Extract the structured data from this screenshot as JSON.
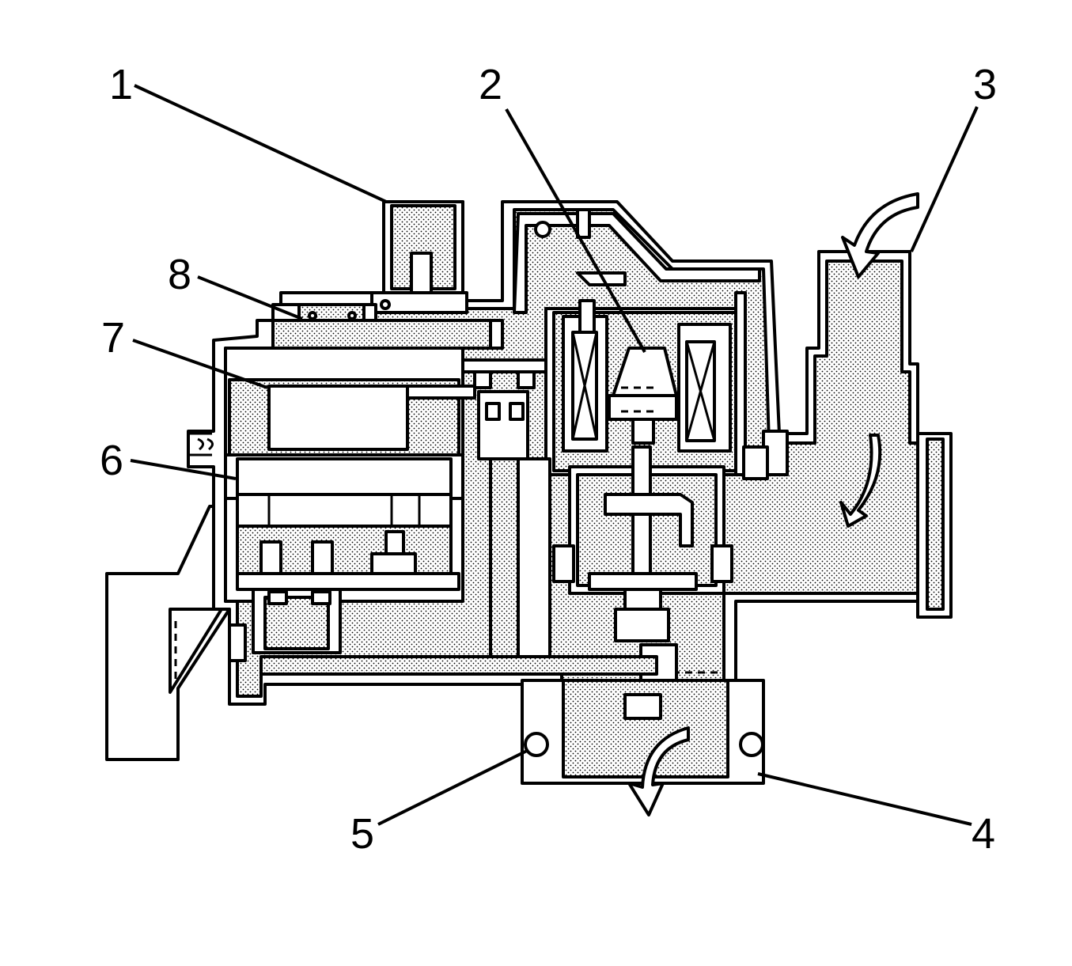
{
  "callouts": [
    {
      "id": "1",
      "label": "1"
    },
    {
      "id": "2",
      "label": "2"
    },
    {
      "id": "3",
      "label": "3"
    },
    {
      "id": "4",
      "label": "4"
    },
    {
      "id": "5",
      "label": "5"
    },
    {
      "id": "6",
      "label": "6"
    },
    {
      "id": "7",
      "label": "7"
    },
    {
      "id": "8",
      "label": "8"
    }
  ],
  "colors": {
    "line": "#000000",
    "background": "#ffffff",
    "stipple": "#000000"
  }
}
